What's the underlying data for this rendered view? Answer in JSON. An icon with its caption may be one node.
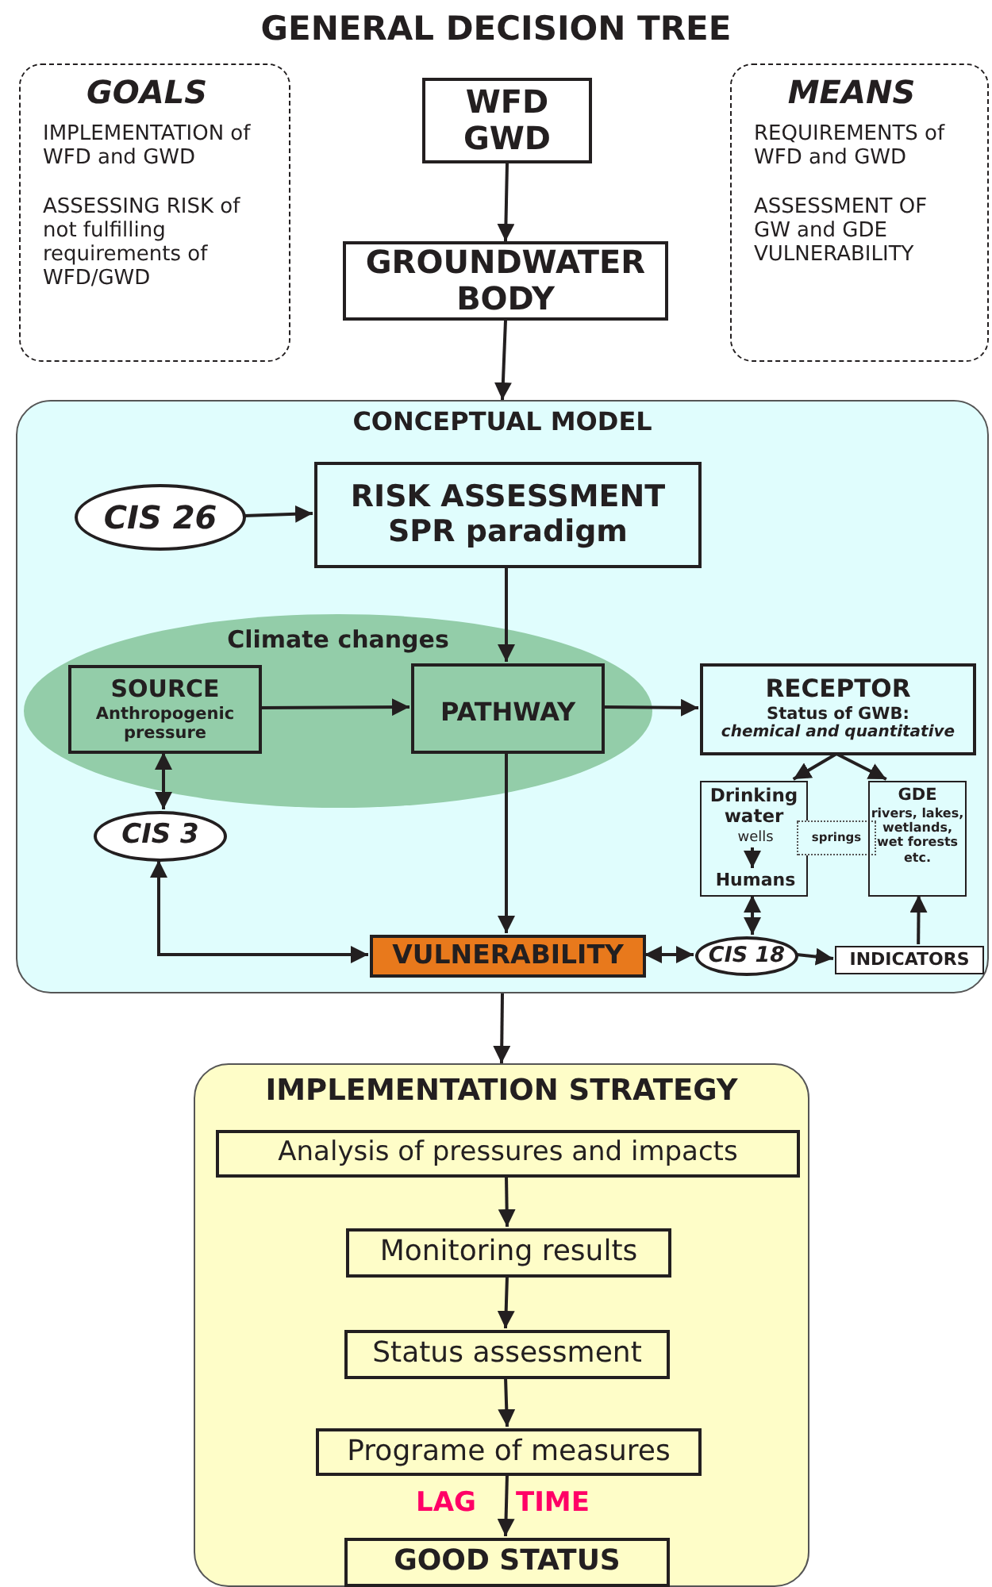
{
  "diagram": {
    "title": "GENERAL DECISION TREE",
    "nodes": [
      {
        "text": [
          "GOALS",
          "IMPLEMENTATION of WFD and GWD",
          "ASSESSING RISK of not fulfilling requirements of WFD/GWD"
        ]
      },
      {
        "text": [
          "WFD GWD"
        ]
      },
      {
        "text": [
          "GROUNDWATER BODY"
        ]
      },
      {
        "text": [
          "MEANS",
          "REQUIREMENTS of WFD and GWD",
          "ASSESSMENT OF GW and GDE VULNERABILITY"
        ]
      },
      {
        "text": [
          "CONCEPTUAL MODEL"
        ]
      },
      {
        "text": [
          "CIS 26"
        ],
        "in": 4
      },
      {
        "text": [
          "RISK ASSESSMENT SPR paradigm"
        ],
        "in": 4
      },
      {
        "text": [
          "Climate changes"
        ],
        "in": 4
      },
      {
        "text": [
          "SOURCE",
          "Anthropogenic pressure"
        ],
        "in": 7
      },
      {
        "text": [
          "PATHWAY"
        ],
        "in": 7
      },
      {
        "text": [
          "RECEPTOR",
          "Status of GWB:",
          "chemical and quantitative"
        ],
        "in": 4
      },
      {
        "text": [
          "CIS 3"
        ],
        "in": 4
      },
      {
        "text": [
          "Drinking water"
        ],
        "in": 4
      },
      {
        "text": [
          "wells"
        ],
        "in": 12
      },
      {
        "text": [
          "Humans"
        ],
        "in": 12
      },
      {
        "text": [
          "springs"
        ],
        "in": 4
      },
      {
        "text": [
          "GDE",
          "rivers, lakes, wetlands, wet forests etc."
        ],
        "in": 4
      },
      {
        "text": [
          "VULNERABILITY"
        ],
        "in": 4
      },
      {
        "text": [
          "CIS 18"
        ],
        "in": 4
      },
      {
        "text": [
          "INDICATORS"
        ],
        "in": 4
      },
      {
        "text": [
          "IMPLEMENTATION STRATEGY"
        ]
      },
      {
        "text": [
          "Analysis of pressures and impacts"
        ],
        "in": 20
      },
      {
        "text": [
          "Monitoring results"
        ],
        "in": 20
      },
      {
        "text": [
          "Status assessment"
        ],
        "in": 20
      },
      {
        "text": [
          "Programe of measures"
        ],
        "in": 20
      },
      {
        "text": [
          "GOOD STATUS"
        ],
        "in": 20
      }
    ],
    "edges": [
      {
        "from": 1,
        "to": 2,
        "arrow": "to"
      },
      {
        "from": 2,
        "to": 4,
        "arrow": "to"
      },
      {
        "from": 5,
        "to": 6,
        "arrow": "to"
      },
      {
        "from": 6,
        "to": 9,
        "arrow": "to"
      },
      {
        "from": 8,
        "to": 9,
        "arrow": "to"
      },
      {
        "from": 9,
        "to": 10,
        "arrow": "to"
      },
      {
        "from": 10,
        "to": 12,
        "arrow": "to"
      },
      {
        "from": 10,
        "to": 16,
        "arrow": "to"
      },
      {
        "from": 8,
        "to": 11,
        "arrow": "both"
      },
      {
        "from": 11,
        "to": 17,
        "arrow": "both"
      },
      {
        "from": 9,
        "to": 17,
        "arrow": "to"
      },
      {
        "from": 17,
        "to": 18,
        "arrow": "both"
      },
      {
        "from": 12,
        "to": 18,
        "arrow": "both"
      },
      {
        "from": 18,
        "to": 19,
        "arrow": "to"
      },
      {
        "from": 19,
        "to": 16,
        "arrow": "to"
      },
      {
        "from": 13,
        "to": 14,
        "arrow": "to"
      },
      {
        "from": 4,
        "to": 20,
        "arrow": "to"
      },
      {
        "from": 21,
        "to": 22,
        "arrow": "to"
      },
      {
        "from": 22,
        "to": 23,
        "arrow": "to"
      },
      {
        "from": 23,
        "to": 24,
        "arrow": "to"
      },
      {
        "from": 24,
        "to": 25,
        "arrow": "to"
      }
    ],
    "labels": [
      "LAG",
      "TIME"
    ]
  }
}
